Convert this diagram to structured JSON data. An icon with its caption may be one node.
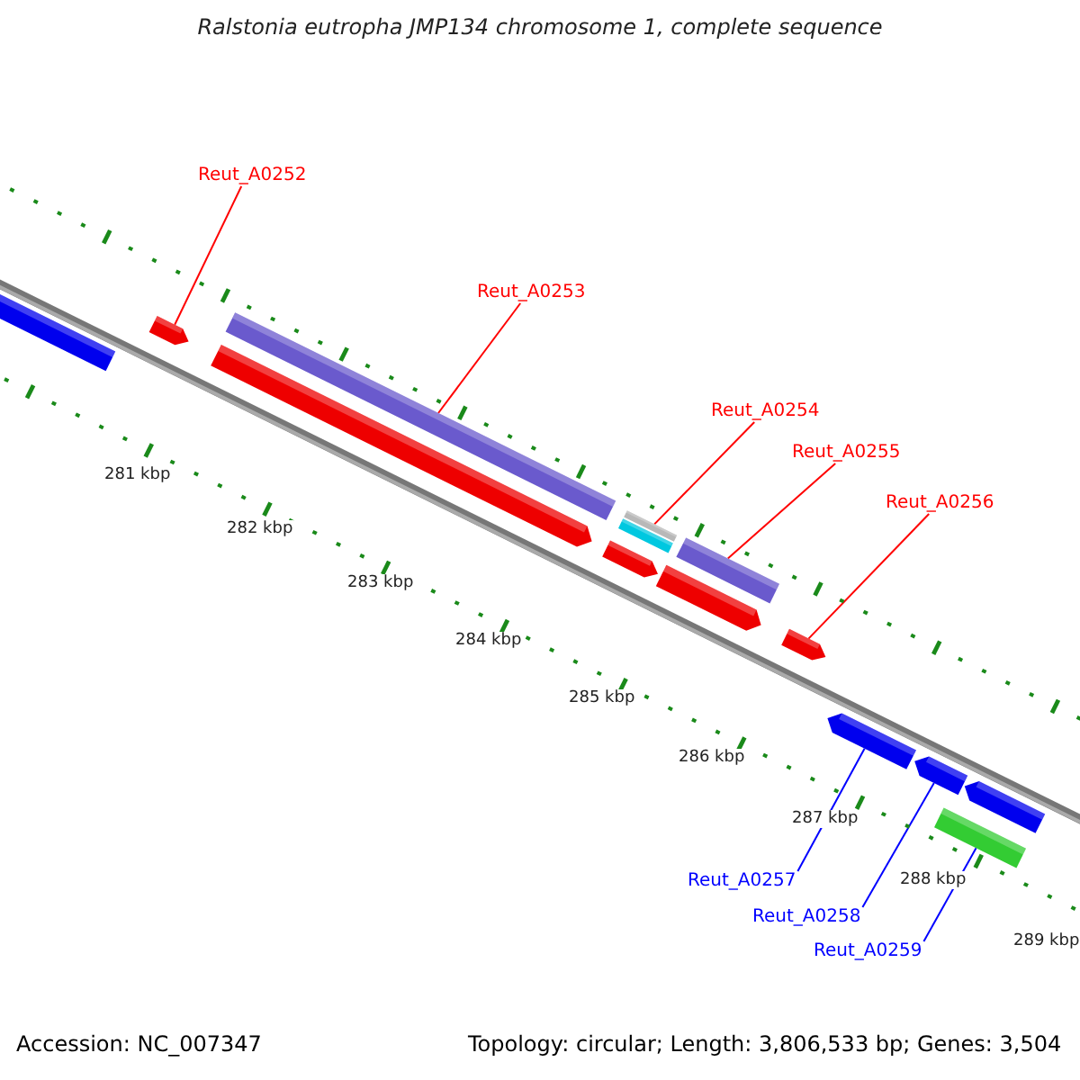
{
  "diagram": {
    "title": "Ralstonia eutropha JMP134 chromosome 1, complete sequence",
    "nodes": [
      {
        "text": [
          "Reut_A0252"
        ]
      },
      {
        "text": [
          "Reut_A0253"
        ]
      },
      {
        "text": [
          "Reut_A0254"
        ]
      },
      {
        "text": [
          "Reut_A0255"
        ]
      },
      {
        "text": [
          "Reut_A0256"
        ]
      },
      {
        "text": [
          "Reut_A0257"
        ]
      },
      {
        "text": [
          "Reut_A0258"
        ]
      },
      {
        "text": [
          "Reut_A0259"
        ]
      },
      {
        "text": [],
        "shape": "bar"
      },
      {
        "text": [],
        "shape": "bar"
      },
      {
        "text": [],
        "shape": "bar"
      },
      {
        "text": [],
        "shape": "bar"
      },
      {
        "text": [],
        "shape": "bar"
      },
      {
        "text": [],
        "shape": "bar"
      },
      {
        "text": [],
        "shape": "bar"
      },
      {
        "text": [],
        "shape": "bar"
      },
      {
        "text": [],
        "shape": "bar"
      },
      {
        "text": [],
        "shape": "bar"
      },
      {
        "text": [],
        "shape": "bar"
      },
      {
        "text": [],
        "shape": "bar"
      },
      {
        "text": [],
        "shape": "bar"
      },
      {
        "text": [],
        "shape": "bar"
      }
    ],
    "edges": [
      {
        "from": 0,
        "to": 9,
        "arrow": "none"
      },
      {
        "from": 1,
        "to": 10,
        "arrow": "none"
      },
      {
        "from": 2,
        "to": 12,
        "arrow": "none"
      },
      {
        "from": 3,
        "to": 15,
        "arrow": "none"
      },
      {
        "from": 4,
        "to": 17,
        "arrow": "none"
      },
      {
        "from": 5,
        "to": 18,
        "arrow": "none",
        "color": "#0000ff"
      },
      {
        "from": 6,
        "to": 19,
        "arrow": "none",
        "color": "#0000ff"
      },
      {
        "from": 7,
        "to": 21,
        "arrow": "none",
        "color": "#0000ff"
      }
    ],
    "labels": [
      "281 kbp",
      "282 kbp",
      "283 kbp",
      "284 kbp",
      "285 kbp",
      "286 kbp",
      "287 kbp",
      "288 kbp",
      "289 kbp",
      "Accession: NC_007347",
      "Topology: circular; Length: 3,806,533 bp; Genes: 3,504"
    ]
  }
}
